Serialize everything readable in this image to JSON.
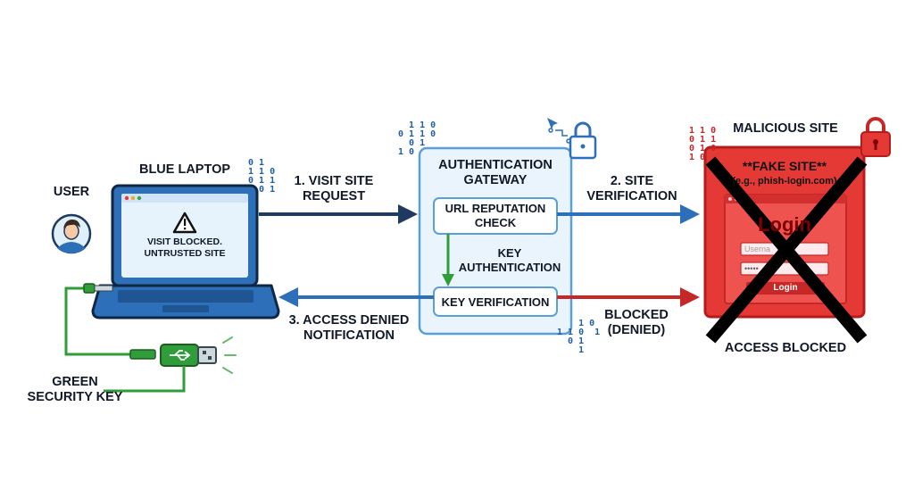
{
  "nodes": {
    "user": "USER",
    "laptop": "BLUE LAPTOP",
    "laptop_screen_msg_1": "VISIT BLOCKED.",
    "laptop_screen_msg_2": "UNTRUSTED SITE",
    "security_key_1": "GREEN",
    "security_key_2": "SECURITY KEY",
    "gateway_1": "AUTHENTICATION",
    "gateway_2": "GATEWAY",
    "url_check_1": "URL REPUTATION",
    "url_check_2": "CHECK",
    "key_auth_1": "KEY",
    "key_auth_2": "AUTHENTICATION",
    "key_verification": "KEY VERIFICATION",
    "malicious_site": "MALICIOUS SITE",
    "fake_site_1": "**FAKE SITE**",
    "fake_site_2": "(e.g., phish-login.com)",
    "login_title": "Login",
    "login_user_placeholder": "Userna",
    "login_pass_placeholder": "•••••",
    "login_button": "Login",
    "access_blocked": "ACCESS BLOCKED"
  },
  "edges": {
    "visit_request_1": "1. VISIT SITE",
    "visit_request_2": "REQUEST",
    "site_verification_1": "2. SITE",
    "site_verification_2": "VERIFICATION",
    "access_denied_1": "3. ACCESS DENIED",
    "access_denied_2": "NOTIFICATION",
    "blocked_1": "BLOCKED",
    "blocked_2": "(DENIED)"
  },
  "decor": {
    "bits_laptop": "0 1\n1 1 0\n0 1 1\n  0 1",
    "bits_gateway": "  1 1 0\n0 1 1 0\n  0 1\n1 0",
    "bits_bottom": "    1 0\n1 1 0  1\n  0 1\n    1",
    "bits_malicious": "1 1 0\n0 1 1\n0 1 0\n1 0",
    "colors": {
      "blue_arrow": "#2d6fb8",
      "navy_arrow": "#1e3a5f",
      "red_arrow": "#c62828",
      "green_arrow": "#2e9d3a",
      "gateway_fill": "#eaf4fc",
      "gateway_stroke": "#5aa0d6",
      "site_red": "#e53935"
    }
  }
}
